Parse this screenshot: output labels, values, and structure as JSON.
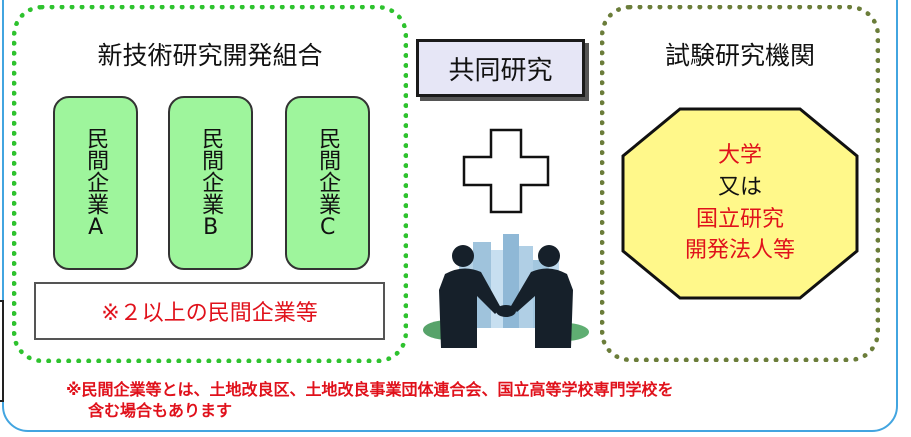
{
  "left_group": {
    "title": "新技術研究開発組合",
    "companies": [
      "民間企業A",
      "民間企業B",
      "民間企業C"
    ],
    "note": "※２以上の民間企業等"
  },
  "center": {
    "collab_label": "共同研究",
    "plus_icon": "plus-outline-icon",
    "handshake_icon": "business-handshake-city-icon"
  },
  "right_group": {
    "title": "試験研究機関",
    "lines": [
      "大学",
      "又は",
      "国立研究",
      "開発法人等"
    ]
  },
  "footnote": {
    "line1": "※民間企業等とは、土地改良区、土地改良事業団体連合会、国立高等学校専門学校を",
    "line2": "含む場合もあります"
  },
  "colors": {
    "left_border": "#2ec22e",
    "right_border": "#6b7d3a",
    "company_fill": "#9ef59c",
    "octagon_fill": "#fff88a",
    "accent_red": "#e0111b",
    "outer_frame": "#42a5e0"
  }
}
